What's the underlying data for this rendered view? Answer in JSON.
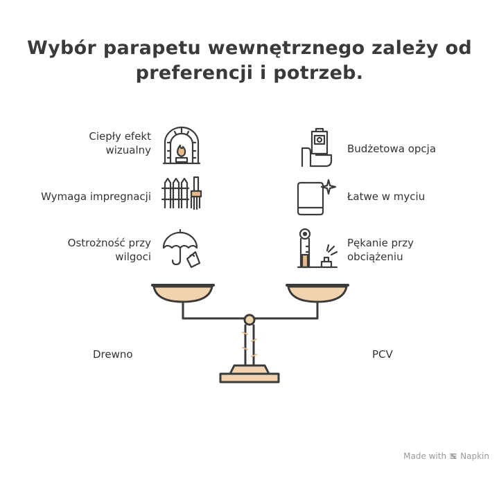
{
  "title": {
    "line1": "Wybór parapetu wewnętrznego zależy od",
    "line2": "preferencji i potrzeb."
  },
  "left": {
    "name": "Drewno",
    "items": [
      {
        "line1": "Ciepły efekt",
        "line2": "wizualny",
        "icon": "fireplace-icon"
      },
      {
        "line1": "Wymaga impregnacji",
        "line2": "",
        "icon": "fence-paintbrush-icon"
      },
      {
        "line1": "Ostrożność przy",
        "line2": "wilgoci",
        "icon": "umbrella-icon"
      }
    ]
  },
  "right": {
    "name": "PCV",
    "items": [
      {
        "line1": "Budżetowa opcja",
        "line2": "",
        "icon": "wallet-icon"
      },
      {
        "line1": "Łatwe w myciu",
        "line2": "",
        "icon": "sparkle-panel-icon"
      },
      {
        "line1": "Pękanie przy",
        "line2": "obciążeniu",
        "icon": "stress-gauge-icon"
      }
    ]
  },
  "footer": {
    "made_with": "Made with",
    "brand": "Napkin"
  },
  "colors": {
    "stroke": "#3a3a3a",
    "pan_fill": "#f2d3b0",
    "accent": "#e7b98a"
  }
}
